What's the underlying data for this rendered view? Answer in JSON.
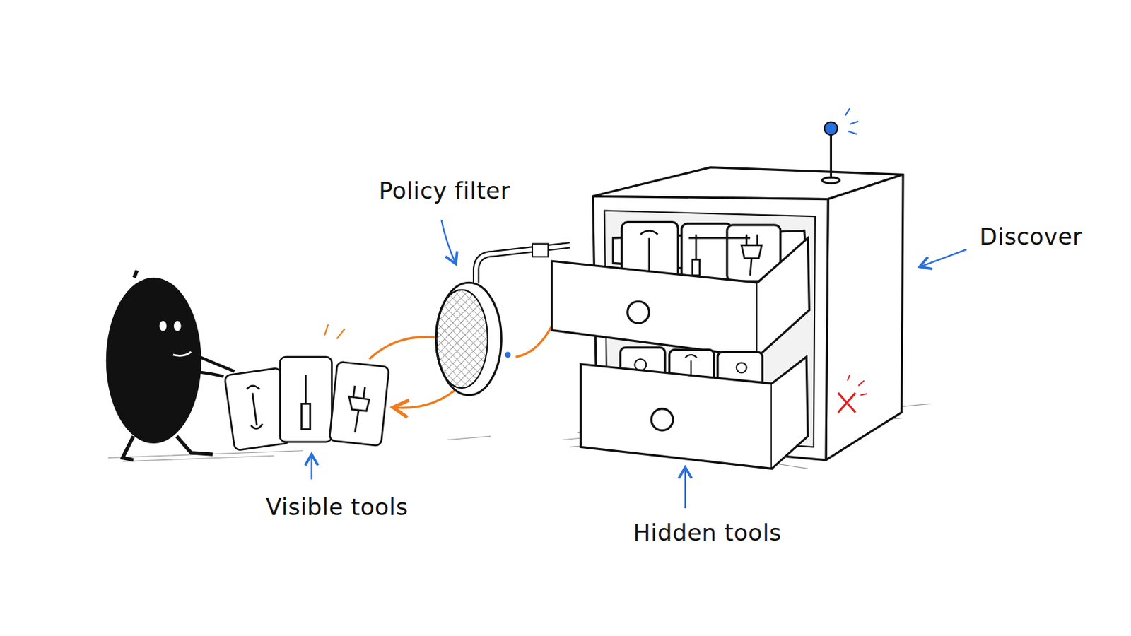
{
  "diagram": {
    "labels": [
      "Policy filter",
      "Discover",
      "Visible tools",
      "Hidden tools"
    ]
  }
}
